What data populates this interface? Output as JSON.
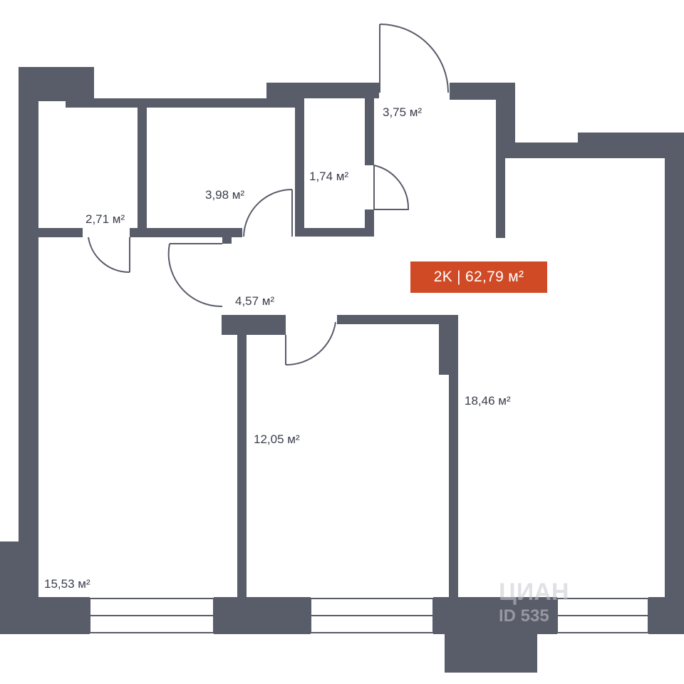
{
  "plan": {
    "badge_text": "2K | 62,79 м²",
    "badge_color": "#d04a25",
    "wall_color": "#595c69",
    "rooms": [
      {
        "name": "storage-left",
        "area": "2,71 м²"
      },
      {
        "name": "bathroom",
        "area": "3,98 м²"
      },
      {
        "name": "wc",
        "area": "1,74 м²"
      },
      {
        "name": "entrance",
        "area": "3,75 м²"
      },
      {
        "name": "hall",
        "area": "4,57 м²"
      },
      {
        "name": "bedroom-left",
        "area": "15,53 м²"
      },
      {
        "name": "bedroom-middle",
        "area": "12,05 м²"
      },
      {
        "name": "living-kitchen",
        "area": "18,46 м²"
      }
    ],
    "watermark": {
      "brand": "ЦИАН",
      "id_text": "ID 535"
    }
  }
}
